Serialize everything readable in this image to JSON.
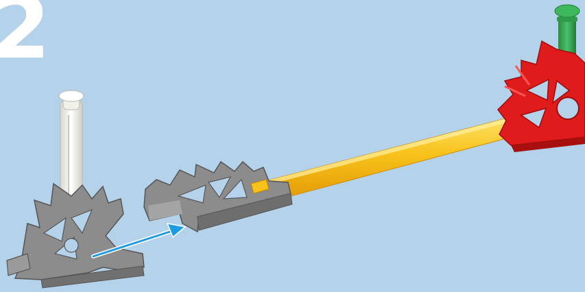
{
  "step": {
    "number": "2"
  },
  "colors": {
    "background": "#b4d3ea",
    "rod_yellow": "#f7c21a",
    "connector_grey": "#8c8c8c",
    "connector_red": "#e01b1b",
    "connector_white": "#f1f1ea",
    "connector_green": "#2f9a48",
    "arrow_blue": "#1e9be0"
  },
  "parts": [
    {
      "name": "white-rod",
      "color": "white"
    },
    {
      "name": "grey-connector",
      "color": "grey"
    },
    {
      "name": "yellow-rod",
      "color": "yellow"
    },
    {
      "name": "red-connector",
      "color": "red"
    },
    {
      "name": "green-rod",
      "color": "green"
    }
  ]
}
